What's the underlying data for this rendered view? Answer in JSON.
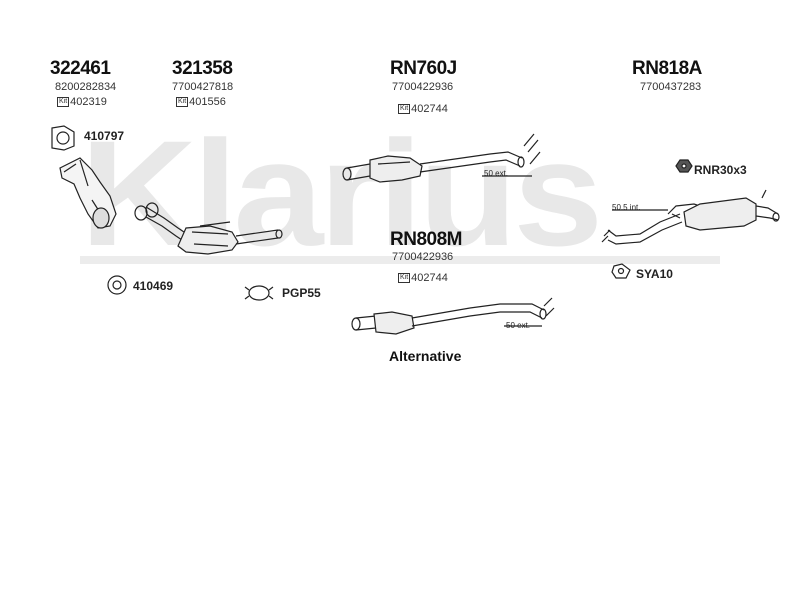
{
  "watermark": "Klarius",
  "parts": [
    {
      "part_no": "322461",
      "oe": "8200282834",
      "kit": "402319"
    },
    {
      "part_no": "321358",
      "oe": "7700427818",
      "kit": "401556"
    },
    {
      "part_no": "RN760J",
      "oe": "7700422936",
      "kit": "402744"
    },
    {
      "part_no": "RN818A",
      "oe": "7700437283"
    },
    {
      "part_no": "RN808M",
      "oe": "7700422936",
      "kit": "402744"
    }
  ],
  "kit_icon_label": "Kit",
  "accessories": {
    "a410797": "410797",
    "a410469": "410469",
    "pgp55": "PGP55",
    "rnr30x3": "RNR30x3",
    "sya10": "SYA10"
  },
  "dimensions": {
    "ext_rn760j": "50 ext.",
    "ext_rn808m": "50 ext.",
    "int_rn818a": "50.5 int."
  },
  "alternative_label": "Alternative"
}
